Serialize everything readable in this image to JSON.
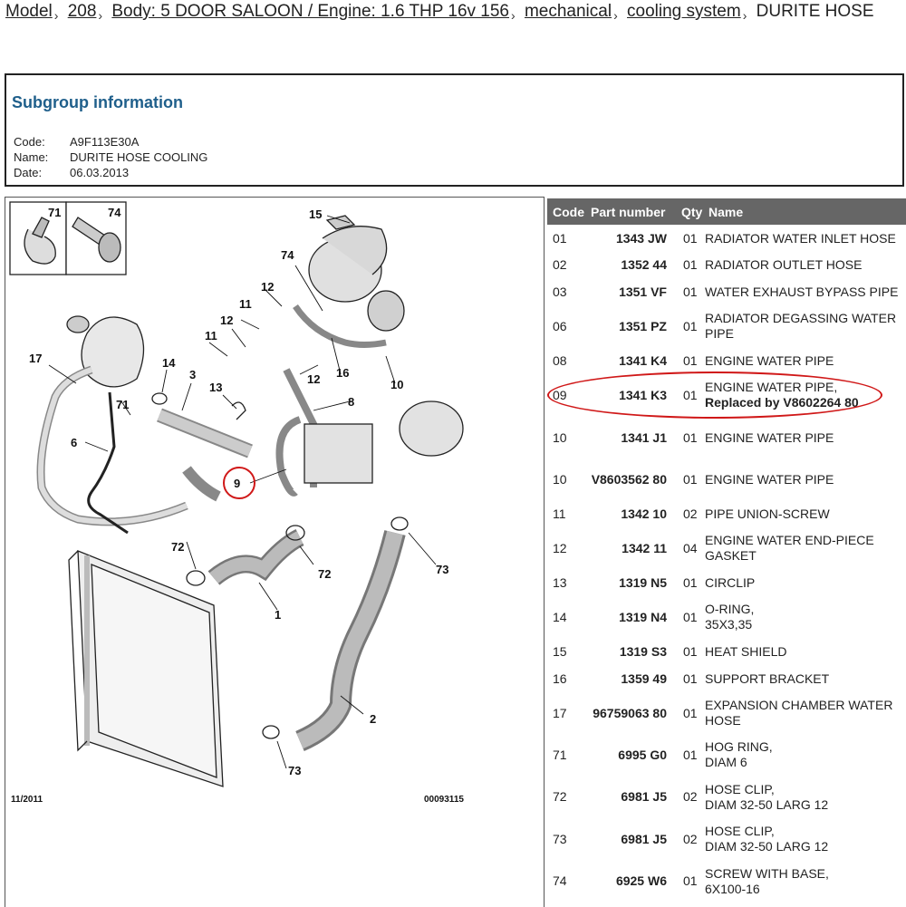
{
  "breadcrumb": [
    {
      "label": "Model",
      "link": true
    },
    {
      "label": "208",
      "link": true
    },
    {
      "label": "Body: 5 DOOR SALOON / Engine: 1.6 THP 16v 156",
      "link": true
    },
    {
      "label": "mechanical",
      "link": true
    },
    {
      "label": "cooling system",
      "link": true
    },
    {
      "label": "DURITE HOSE",
      "link": false
    }
  ],
  "subgroup": {
    "title": "Subgroup information",
    "code_label": "Code:",
    "code": "A9F113E30A",
    "name_label": "Name:",
    "name": "DURITE HOSE COOLING",
    "date_label": "Date:",
    "date": "06.03.2013"
  },
  "diagram": {
    "footer_left": "11/2011",
    "footer_right": "00093115",
    "inset_labels": [
      "71",
      "74"
    ],
    "callouts": [
      "1",
      "2",
      "3",
      "6",
      "8",
      "9",
      "10",
      "11",
      "11",
      "12",
      "12",
      "12",
      "13",
      "14",
      "15",
      "16",
      "17",
      "71",
      "72",
      "72",
      "73",
      "73",
      "74"
    ],
    "highlight_color": "#d01818"
  },
  "table": {
    "headers": {
      "code": "Code",
      "part": "Part number",
      "qty": "Qty",
      "name": "Name"
    },
    "header_bg": "#666666",
    "rows": [
      {
        "code": "01",
        "part": "1343 JW",
        "qty": "01",
        "name": "RADIATOR WATER INLET HOSE"
      },
      {
        "code": "02",
        "part": "1352 44",
        "qty": "01",
        "name": "RADIATOR OUTLET HOSE"
      },
      {
        "code": "03",
        "part": "1351 VF",
        "qty": "01",
        "name": "WATER EXHAUST BYPASS PIPE"
      },
      {
        "code": "06",
        "part": "1351 PZ",
        "qty": "01",
        "name": "RADIATOR DEGASSING WATER PIPE"
      },
      {
        "code": "08",
        "part": "1341 K4",
        "qty": "01",
        "name": "ENGINE WATER PIPE"
      },
      {
        "code": "09",
        "part": "1341 K3",
        "qty": "01",
        "name": "ENGINE WATER PIPE,",
        "note": "Replaced by V8602264 80"
      },
      {
        "code": "10",
        "part": "1341 J1",
        "qty": "01",
        "name": "ENGINE WATER PIPE"
      },
      {
        "code": "10",
        "part": "V8603562 80",
        "qty": "01",
        "name": "ENGINE WATER PIPE"
      },
      {
        "code": "11",
        "part": "1342 10",
        "qty": "02",
        "name": "PIPE UNION-SCREW"
      },
      {
        "code": "12",
        "part": "1342 11",
        "qty": "04",
        "name": "ENGINE WATER END-PIECE GASKET"
      },
      {
        "code": "13",
        "part": "1319 N5",
        "qty": "01",
        "name": "CIRCLIP"
      },
      {
        "code": "14",
        "part": "1319 N4",
        "qty": "01",
        "name": "O-RING,",
        "note2": "35X3,35"
      },
      {
        "code": "15",
        "part": "1319 S3",
        "qty": "01",
        "name": "HEAT SHIELD"
      },
      {
        "code": "16",
        "part": "1359 49",
        "qty": "01",
        "name": "SUPPORT BRACKET"
      },
      {
        "code": "17",
        "part": "96759063 80",
        "qty": "01",
        "name": "EXPANSION CHAMBER WATER HOSE"
      },
      {
        "code": "71",
        "part": "6995 G0",
        "qty": "01",
        "name": "HOG RING,",
        "note2": "DIAM 6"
      },
      {
        "code": "72",
        "part": "6981 J5",
        "qty": "02",
        "name": "HOSE CLIP,",
        "note2": "DIAM 32-50 LARG 12"
      },
      {
        "code": "73",
        "part": "6981 J5",
        "qty": "02",
        "name": "HOSE CLIP,",
        "note2": "DIAM 32-50 LARG 12"
      },
      {
        "code": "74",
        "part": "6925 W6",
        "qty": "01",
        "name": "SCREW WITH BASE,",
        "note2": "6X100-16"
      }
    ]
  }
}
